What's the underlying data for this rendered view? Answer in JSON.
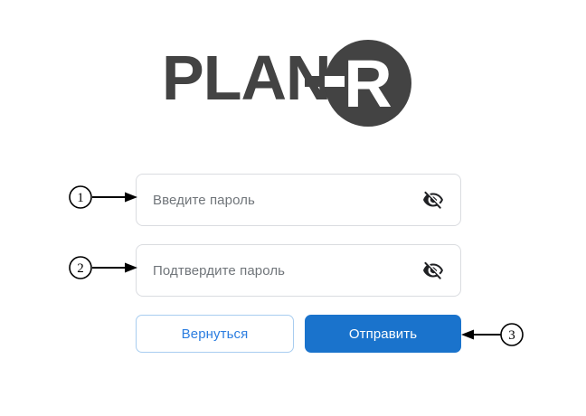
{
  "page": {
    "background_color": "#ffffff",
    "language": "ru"
  },
  "logo": {
    "text": "PLAN-R",
    "text_part": "PLAN",
    "hyphen": "-",
    "badge_letter": "R",
    "dark_color": "#434343",
    "badge_text_color": "#ffffff",
    "icon_name": "plan-r-logo"
  },
  "form": {
    "fields": [
      {
        "name": "password-field",
        "placeholder": "Введите пароль",
        "value": "",
        "type": "password",
        "toggle_icon": "eye-off-icon",
        "toggle_label": "Показать пароль"
      },
      {
        "name": "confirm-password-field",
        "placeholder": "Подтвердите пароль",
        "value": "",
        "type": "password",
        "toggle_icon": "eye-off-icon",
        "toggle_label": "Показать пароль"
      }
    ],
    "buttons": {
      "back_label": "Вернуться",
      "submit_label": "Отправить",
      "primary_color": "#1a73cc",
      "secondary_border_color": "#a8cdf0",
      "secondary_text_color": "#2b7de0"
    },
    "placeholder_color": "#70757a",
    "border_color": "#dadce0"
  },
  "annotations": [
    {
      "number": "1",
      "target": "password-field",
      "arrow_direction": "right"
    },
    {
      "number": "2",
      "target": "confirm-password-field",
      "arrow_direction": "right"
    },
    {
      "number": "3",
      "target": "submit-button",
      "arrow_direction": "left"
    }
  ]
}
